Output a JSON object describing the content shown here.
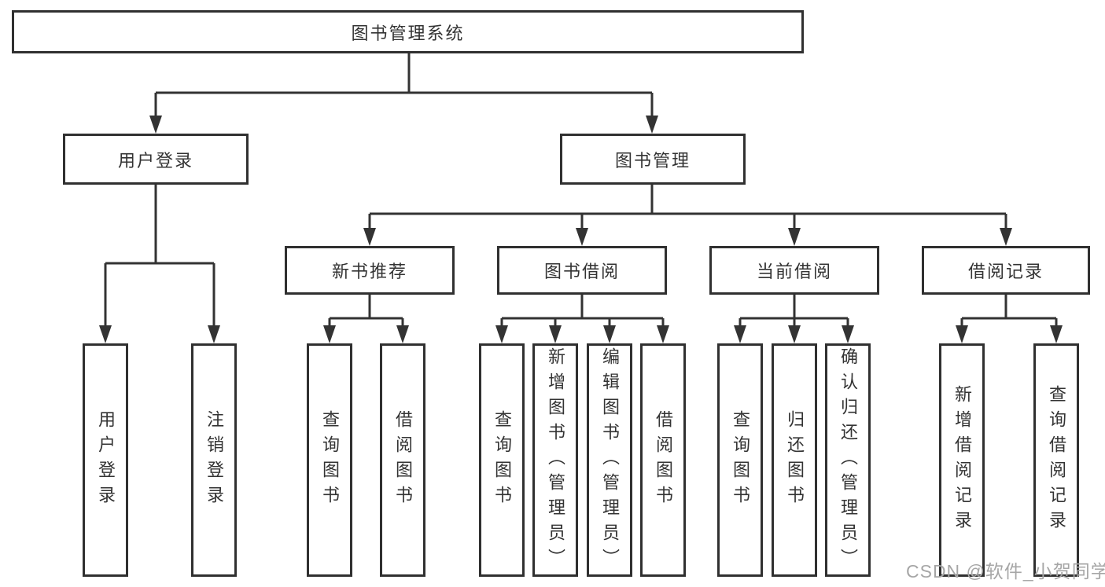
{
  "diagram": {
    "title": "图书管理系统",
    "root": {
      "label": "图书管理系统"
    },
    "level2": [
      {
        "label": "用户登录"
      },
      {
        "label": "图书管理"
      }
    ],
    "level3": [
      {
        "label": "新书推荐"
      },
      {
        "label": "图书借阅"
      },
      {
        "label": "当前借阅"
      },
      {
        "label": "借阅记录"
      }
    ],
    "leaves": {
      "user_login": [
        "用户登录",
        "注销登录"
      ],
      "new_book": [
        "查询图书",
        "借阅图书"
      ],
      "borrow": [
        "查询图书",
        "新增图书（管理员）",
        "编辑图书（管理员）",
        "借阅图书"
      ],
      "current": [
        "查询图书",
        "归还图书",
        "确认归还（管理员）"
      ],
      "records": [
        "新增借阅记录",
        "查询借阅记录"
      ]
    }
  },
  "watermark": {
    "text": "CSDN @软件_小贺同学"
  },
  "colors": {
    "line": "#333333",
    "box_border": "#303030",
    "text": "#333333",
    "watermark": "#a6a6a6",
    "background": "#ffffff"
  }
}
